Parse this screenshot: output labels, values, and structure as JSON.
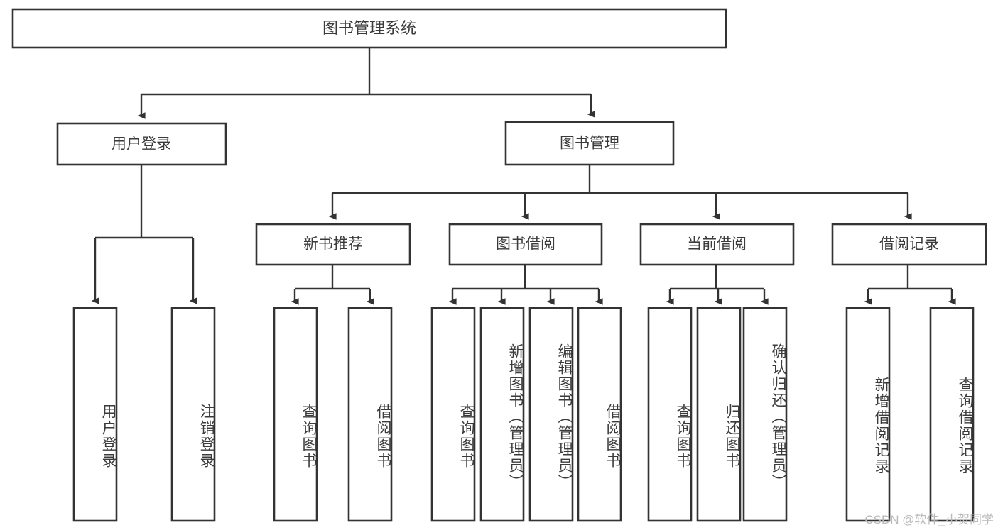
{
  "diagram": {
    "title": "图书管理系统",
    "type": "tree",
    "orientation": "top-down",
    "colors": {
      "box_stroke": "#333333",
      "box_fill": "#ffffff",
      "text": "#3b3b3b",
      "connector": "#333333",
      "background": "#ffffff",
      "watermark": "#b9b9b9"
    },
    "levels": {
      "level1": "root",
      "level2": "modules",
      "level3": "sub-modules",
      "level4": "functions"
    }
  },
  "nodes": {
    "root": {
      "label": "图书管理系统",
      "orientation": "horizontal"
    },
    "level2": [
      {
        "id": "user-login",
        "label": "用户登录",
        "orientation": "horizontal"
      },
      {
        "id": "book-management",
        "label": "图书管理",
        "orientation": "horizontal"
      }
    ],
    "level3": [
      {
        "id": "new-book-recommend",
        "label": "新书推荐",
        "orientation": "horizontal",
        "parent": "book-management"
      },
      {
        "id": "book-borrow",
        "label": "图书借阅",
        "orientation": "horizontal",
        "parent": "book-management"
      },
      {
        "id": "current-borrow",
        "label": "当前借阅",
        "orientation": "horizontal",
        "parent": "book-management"
      },
      {
        "id": "borrow-record",
        "label": "借阅记录",
        "orientation": "horizontal",
        "parent": "book-management"
      }
    ],
    "leaves": [
      {
        "id": "leaf-user-login",
        "label": "用户登录",
        "orientation": "vertical",
        "parent": "user-login"
      },
      {
        "id": "leaf-logout-login",
        "label": "注销登录",
        "orientation": "vertical",
        "parent": "user-login"
      },
      {
        "id": "leaf-query-book-1",
        "label": "查询图书",
        "orientation": "vertical",
        "parent": "new-book-recommend"
      },
      {
        "id": "leaf-borrow-book-1",
        "label": "借阅图书",
        "orientation": "vertical",
        "parent": "new-book-recommend"
      },
      {
        "id": "leaf-query-book-2",
        "label": "查询图书",
        "orientation": "vertical",
        "parent": "book-borrow"
      },
      {
        "id": "leaf-add-book-admin",
        "label": "新增图书（管理员）",
        "orientation": "vertical",
        "parent": "book-borrow"
      },
      {
        "id": "leaf-edit-book-admin",
        "label": "编辑图书（管理员）",
        "orientation": "vertical",
        "parent": "book-borrow"
      },
      {
        "id": "leaf-borrow-book-2",
        "label": "借阅图书",
        "orientation": "vertical",
        "parent": "book-borrow"
      },
      {
        "id": "leaf-query-book-3",
        "label": "查询图书",
        "orientation": "vertical",
        "parent": "current-borrow"
      },
      {
        "id": "leaf-return-book",
        "label": "归还图书",
        "orientation": "vertical",
        "parent": "current-borrow"
      },
      {
        "id": "leaf-confirm-return-admin",
        "label": "确认归还（管理员）",
        "orientation": "vertical",
        "parent": "current-borrow"
      },
      {
        "id": "leaf-add-borrow-record",
        "label": "新增借阅记录",
        "orientation": "vertical",
        "parent": "borrow-record"
      },
      {
        "id": "leaf-query-borrow-record",
        "label": "查询借阅记录",
        "orientation": "vertical",
        "parent": "borrow-record"
      }
    ]
  },
  "watermark": {
    "text": "CSDN @软件_小贺同学"
  }
}
